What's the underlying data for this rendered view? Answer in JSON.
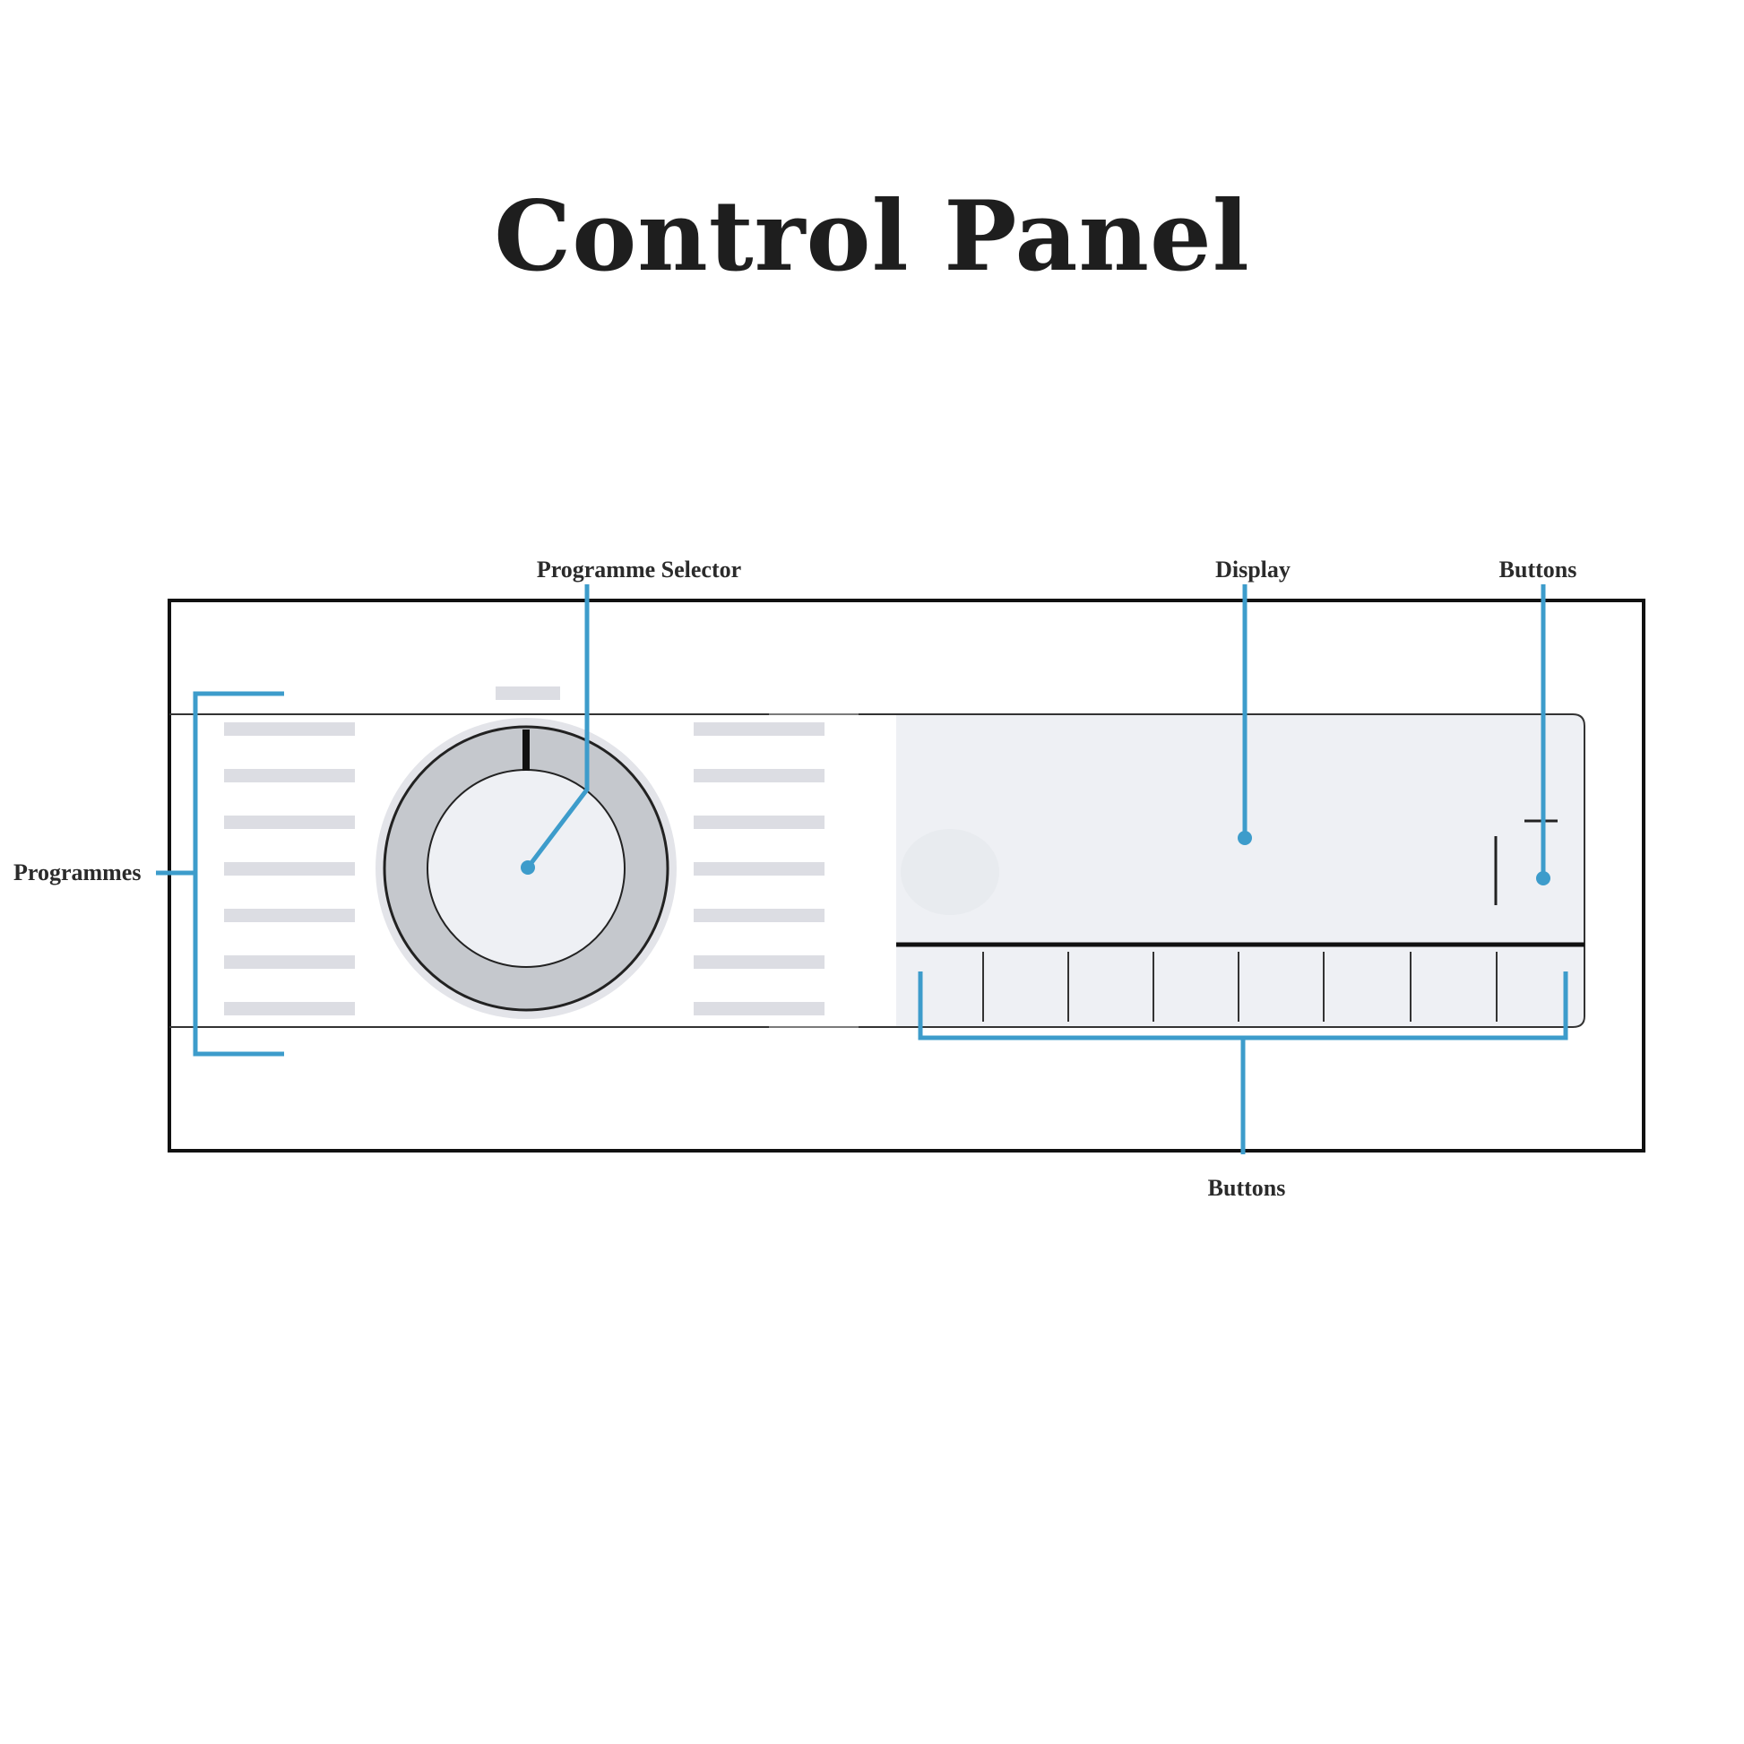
{
  "title": "Control Panel",
  "labels": {
    "programmes": "Programmes",
    "programme_selector": "Programme Selector",
    "display": "Display",
    "buttons_top": "Buttons",
    "buttons_bottom": "Buttons"
  },
  "colors": {
    "callout": "#3d9ccb",
    "outline": "#111111",
    "program_bar": "#dcdde3",
    "knob_ring": "#c5c8cd",
    "panel_fill": "#eef0f4"
  }
}
